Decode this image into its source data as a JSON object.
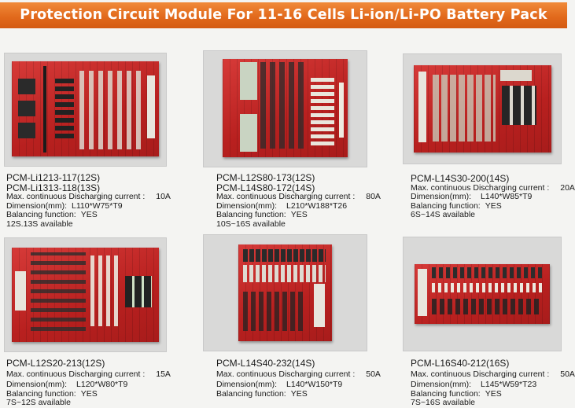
{
  "header": {
    "title": "Protection Circuit Module For 11-16 Cells Li-ion/Li-PO  Battery Pack"
  },
  "products": [
    {
      "models": [
        "PCM-Li1213-117(12S)",
        "PCM-Li1313-118(13S)"
      ],
      "current_label": "Max. continuous Discharging current :",
      "current": "10A",
      "dimension_label": "Dimension(mm):",
      "dimension": "L110*W75*T9",
      "balancing_label": "Balancing function:",
      "balancing": "YES",
      "available": "12S.13S available"
    },
    {
      "models": [
        "PCM-L12S80-173(12S)",
        "PCM-L14S80-172(14S)"
      ],
      "current_label": "Max. continuous Discharging current :",
      "current": "80A",
      "dimension_label": "Dimension(mm):",
      "dimension": "L210*W188*T26",
      "balancing_label": "Balancing function:",
      "balancing": "YES",
      "available": "10S~16S available"
    },
    {
      "models": [
        "PCM-L14S30-200(14S)"
      ],
      "current_label": "Max. continuous Discharging current :",
      "current": "20A",
      "dimension_label": "Dimension(mm):",
      "dimension": "L140*W85*T9",
      "balancing_label": "Balancing function:",
      "balancing": "YES",
      "available": "6S~14S available"
    },
    {
      "models": [
        "PCM-L12S20-213(12S)"
      ],
      "current_label": "Max. continuous Discharging current :",
      "current": "15A",
      "dimension_label": "Dimension(mm):",
      "dimension": "L120*W80*T9",
      "balancing_label": "Balancing function:",
      "balancing": "YES",
      "available": "7S~12S available"
    },
    {
      "models": [
        "PCM-L14S40-232(14S)"
      ],
      "current_label": "Max. continuous Discharging current :",
      "current": "50A",
      "dimension_label": "Dimension(mm):",
      "dimension": "L140*W150*T9",
      "balancing_label": "Balancing function:",
      "balancing": "YES",
      "available": ""
    },
    {
      "models": [
        "PCM-L16S40-212(16S)"
      ],
      "current_label": "Max. continuous Discharging current :",
      "current": "50A",
      "dimension_label": "Dimension(mm):",
      "dimension": "L145*W59*T23",
      "balancing_label": "Balancing function:",
      "balancing": "YES",
      "available": "7S~16S available"
    }
  ]
}
